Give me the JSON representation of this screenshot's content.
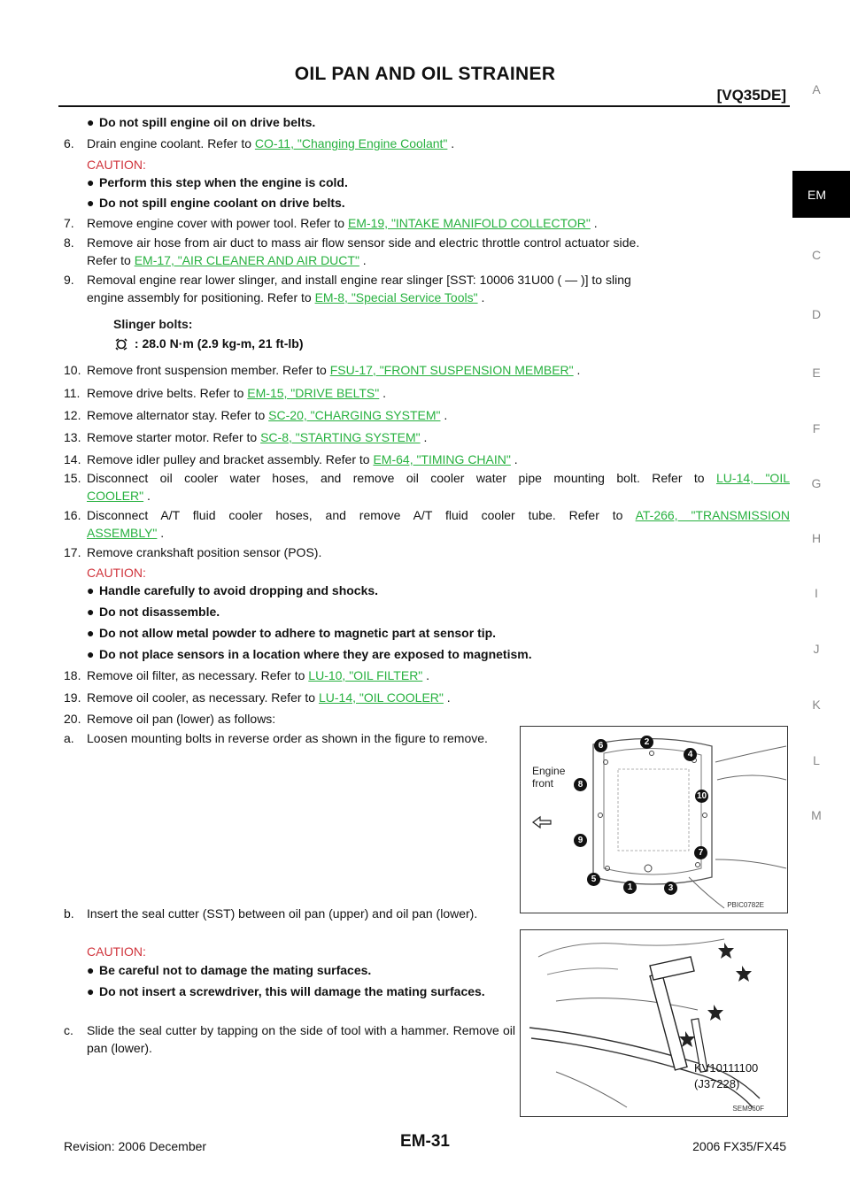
{
  "header": {
    "title": "OIL PAN AND OIL STRAINER",
    "model": "[VQ35DE]"
  },
  "side_index": {
    "letters": [
      "A",
      "C",
      "D",
      "E",
      "F",
      "G",
      "H",
      "I",
      "J",
      "K",
      "L",
      "M"
    ],
    "active": "EM"
  },
  "content": {
    "b0": "Do not spill engine oil on drive belts.",
    "s6": {
      "num": "6.",
      "pre": "Drain engine coolant. Refer to ",
      "link": "CO-11, \"Changing Engine Coolant\"",
      "post": " ."
    },
    "caution1": {
      "label": "CAUTION:",
      "items": [
        "Perform this step when the engine is cold.",
        "Do not spill engine coolant on drive belts."
      ]
    },
    "s7": {
      "num": "7.",
      "pre": "Remove engine cover with power tool. Refer to ",
      "link": "EM-19, \"INTAKE MANIFOLD COLLECTOR\"",
      "post": " ."
    },
    "s8": {
      "num": "8.",
      "line1": "Remove air hose from air duct to mass air flow sensor side and electric throttle control actuator side.",
      "pre": "Refer to ",
      "link": "EM-17, \"AIR CLEANER AND AIR DUCT\"",
      "post": " ."
    },
    "s9": {
      "num": "9.",
      "line1": "Removal engine rear lower slinger, and install engine rear slinger [SST: 10006 31U00 (    —    )] to sling",
      "pre": "engine assembly for positioning. Refer to ",
      "link": "EM-8, \"Special Service Tools\"",
      "post": " ."
    },
    "slinger": {
      "label": "Slinger bolts:",
      "torque": ": 28.0 N·m (2.9 kg-m, 21 ft-lb)"
    },
    "s10": {
      "num": "10.",
      "pre": "Remove front suspension member. Refer to ",
      "link": "FSU-17, \"FRONT SUSPENSION MEMBER\"",
      "post": " ."
    },
    "s11": {
      "num": "11.",
      "pre": "Remove drive belts. Refer to ",
      "link": "EM-15, \"DRIVE BELTS\"",
      "post": " ."
    },
    "s12": {
      "num": "12.",
      "pre": "Remove alternator stay. Refer to ",
      "link": "SC-20, \"CHARGING SYSTEM\"",
      "post": " ."
    },
    "s13": {
      "num": "13.",
      "pre": "Remove starter motor. Refer to ",
      "link": "SC-8, \"STARTING SYSTEM\"",
      "post": " ."
    },
    "s14": {
      "num": "14.",
      "pre": "Remove idler pulley and bracket assembly. Refer to ",
      "link": "EM-64, \"TIMING CHAIN\"",
      "post": " ."
    },
    "s15": {
      "num": "15.",
      "pre": "Disconnect oil cooler water hoses, and remove oil cooler water pipe mounting bolt. Refer to ",
      "link1": "LU-14, \"OIL",
      "link2": "COOLER\"",
      "post": " ."
    },
    "s16": {
      "num": "16.",
      "pre": "Disconnect A/T fluid cooler hoses, and remove A/T fluid cooler tube. Refer to ",
      "link1": "AT-266, \"TRANSMISSION",
      "link2": "ASSEMBLY\"",
      "post": " ."
    },
    "s17": {
      "num": "17.",
      "text": "Remove crankshaft position sensor (POS)."
    },
    "caution2": {
      "label": "CAUTION:",
      "items": [
        "Handle carefully to avoid dropping and shocks.",
        "Do not disassemble.",
        "Do not allow metal powder to adhere to magnetic part at sensor tip.",
        "Do not place sensors in a location where they are exposed to magnetism."
      ]
    },
    "s18": {
      "num": "18.",
      "pre": "Remove oil filter, as necessary. Refer to ",
      "link": "LU-10, \"OIL FILTER\"",
      "post": " ."
    },
    "s19": {
      "num": "19.",
      "pre": "Remove oil cooler, as necessary. Refer to ",
      "link": "LU-14, \"OIL COOLER\"",
      "post": " ."
    },
    "s20": {
      "num": "20.",
      "text": "Remove oil pan (lower) as follows:"
    },
    "sa": {
      "num": "a.",
      "text": "Loosen mounting bolts in reverse order as shown in the figure to remove."
    },
    "sb": {
      "num": "b.",
      "text": "Insert the seal cutter (SST) between oil pan (upper) and oil pan (lower)."
    },
    "caution3": {
      "label": "CAUTION:",
      "items": [
        "Be careful not to damage the mating surfaces.",
        "Do not insert a screwdriver, this will damage the mating surfaces."
      ]
    },
    "sc": {
      "num": "c.",
      "text": "Slide the seal cutter by tapping on the side of tool with a hammer. Remove oil pan (lower)."
    }
  },
  "figure1": {
    "label_engine": "Engine",
    "label_front": "front",
    "bolts": [
      "1",
      "2",
      "3",
      "4",
      "5",
      "6",
      "7",
      "8",
      "9",
      "10"
    ],
    "code": "PBIC0782E"
  },
  "figure2": {
    "tool1": "KV10111100",
    "tool2": "(J37228)",
    "code": "SEM960F"
  },
  "footer": {
    "revision": "Revision: 2006 December",
    "page": "EM-31",
    "model": "2006 FX35/FX45"
  }
}
